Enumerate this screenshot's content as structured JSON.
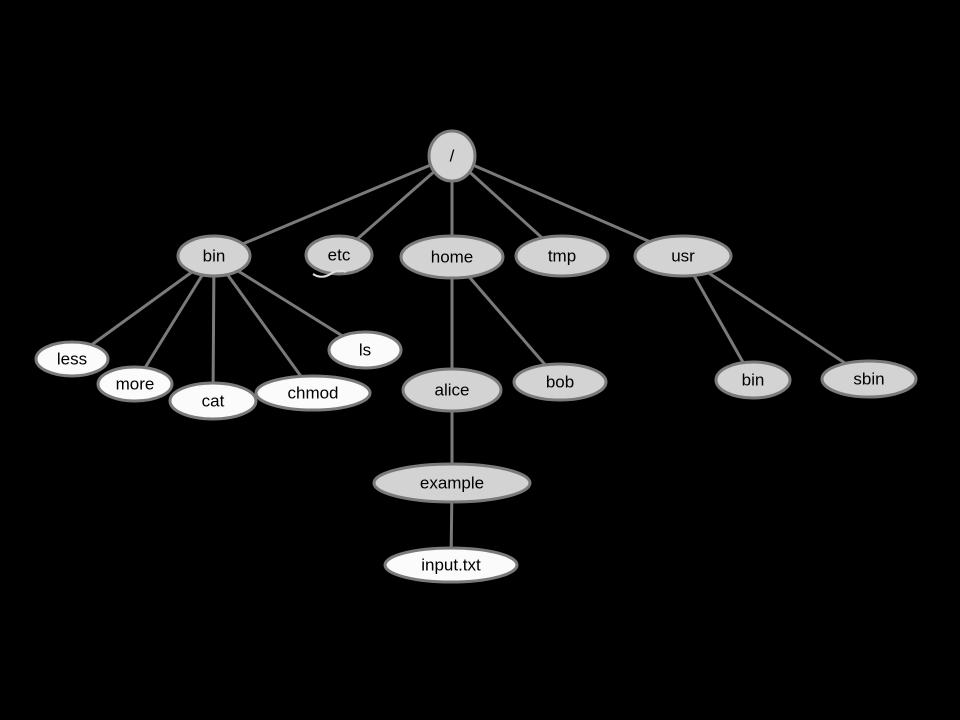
{
  "diagram": {
    "type": "tree",
    "description": "Unix filesystem hierarchy tree diagram on black background",
    "nodes": [
      {
        "id": "root",
        "label": "/",
        "kind": "directory"
      },
      {
        "id": "bin",
        "label": "bin",
        "kind": "directory"
      },
      {
        "id": "etc",
        "label": "etc",
        "kind": "directory"
      },
      {
        "id": "home",
        "label": "home",
        "kind": "directory"
      },
      {
        "id": "tmp",
        "label": "tmp",
        "kind": "directory"
      },
      {
        "id": "usr",
        "label": "usr",
        "kind": "directory"
      },
      {
        "id": "less",
        "label": "less",
        "kind": "command"
      },
      {
        "id": "more",
        "label": "more",
        "kind": "command"
      },
      {
        "id": "cat",
        "label": "cat",
        "kind": "command"
      },
      {
        "id": "chmod",
        "label": "chmod",
        "kind": "command"
      },
      {
        "id": "ls",
        "label": "ls",
        "kind": "command"
      },
      {
        "id": "alice",
        "label": "alice",
        "kind": "directory"
      },
      {
        "id": "bob",
        "label": "bob",
        "kind": "directory"
      },
      {
        "id": "usr-bin",
        "label": "bin",
        "kind": "directory"
      },
      {
        "id": "usr-sbin",
        "label": "sbin",
        "kind": "directory"
      },
      {
        "id": "example",
        "label": "example",
        "kind": "directory"
      },
      {
        "id": "input-txt",
        "label": "input.txt",
        "kind": "file"
      }
    ],
    "edges": [
      {
        "from": "root",
        "to": "bin"
      },
      {
        "from": "root",
        "to": "etc"
      },
      {
        "from": "root",
        "to": "home"
      },
      {
        "from": "root",
        "to": "tmp"
      },
      {
        "from": "root",
        "to": "usr"
      },
      {
        "from": "bin",
        "to": "less"
      },
      {
        "from": "bin",
        "to": "more"
      },
      {
        "from": "bin",
        "to": "cat"
      },
      {
        "from": "bin",
        "to": "chmod"
      },
      {
        "from": "bin",
        "to": "ls"
      },
      {
        "from": "home",
        "to": "alice"
      },
      {
        "from": "home",
        "to": "bob"
      },
      {
        "from": "usr",
        "to": "usr-bin"
      },
      {
        "from": "usr",
        "to": "usr-sbin"
      },
      {
        "from": "alice",
        "to": "example"
      },
      {
        "from": "example",
        "to": "input-txt"
      }
    ]
  },
  "colors": {
    "background": "#000000",
    "directory_fill": "#d3d3d3",
    "command_file_fill": "#fbfbfb",
    "stroke": "#7a7a7a",
    "text": "#000000"
  }
}
